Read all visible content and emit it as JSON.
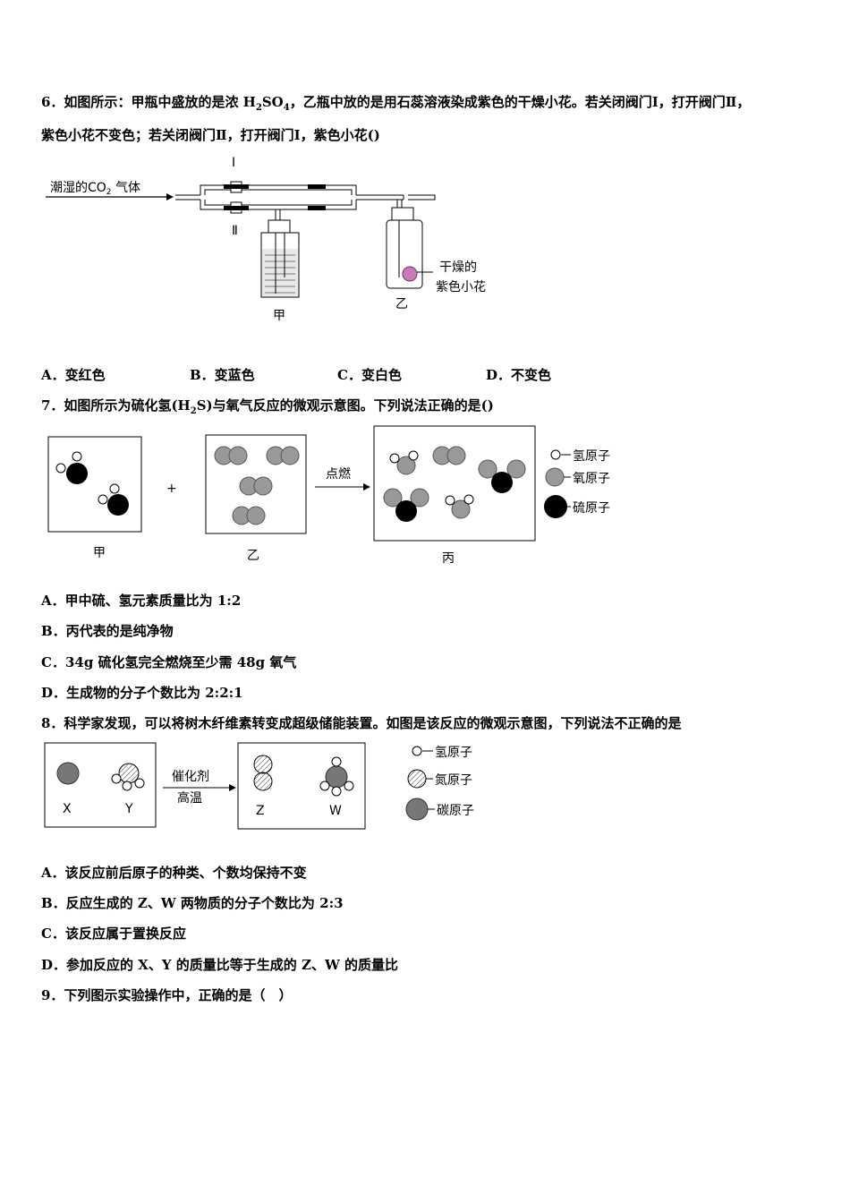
{
  "q6": {
    "text_line1_a": "6．如图所示：甲瓶中盛放的是浓 H",
    "text_line1_sub1": "2",
    "text_line1_b": "SO",
    "text_line1_sub2": "4",
    "text_line1_c": "，乙瓶中放的是用石蕊溶液染成紫色的干燥小花。若关闭阀门Ⅰ，打开阀门Ⅱ，",
    "text_line2": "紫色小花不变色；若关闭阀门Ⅱ，打开阀门Ⅰ，紫色小花()",
    "figure": {
      "gas_label": "潮湿的CO",
      "gas_sub": "2",
      "gas_suffix": " 气体",
      "valve1": "Ⅰ",
      "valve2": "Ⅱ",
      "bottle_jia": "甲",
      "bottle_yi": "乙",
      "flower_label1": "干燥的",
      "flower_label2": "紫色小花"
    },
    "options": [
      "A．变红色",
      "B．变蓝色",
      "C．变白色",
      "D．不变色"
    ]
  },
  "q7": {
    "text": "7．如图所示为硫化氢(H",
    "text_sub": "2",
    "text_b": "S)与氧气反应的微观示意图。下列说法正确的是()",
    "figure": {
      "box_jia": "甲",
      "box_yi": "乙",
      "box_bing": "丙",
      "plus": "+",
      "arrow_label": "点燃",
      "legend_h": "氢原子",
      "legend_o": "氧原子",
      "legend_s": "硫原子"
    },
    "options": [
      "A．甲中硫、氢元素质量比为 1:2",
      "B．丙代表的是纯净物",
      "C．34g 硫化氢完全燃烧至少需 48g 氧气",
      "D．生成物的分子个数比为 2:2:1"
    ]
  },
  "q8": {
    "text": "8．科学家发现，可以将树木纤维素转变成超级储能装置。如图是该反应的微观示意图，下列说法不正确的是",
    "figure": {
      "x": "X",
      "y": "Y",
      "z": "Z",
      "w": "W",
      "arrow_top": "催化剂",
      "arrow_bottom": "高温",
      "legend_h": "氢原子",
      "legend_n": "氮原子",
      "legend_c": "碳原子"
    },
    "options": [
      "A．该反应前后原子的种类、个数均保持不变",
      "B．反应生成的 Z、W 两物质的分子个数比为 2:3",
      "C．该反应属于置换反应",
      "D．参加反应的 X、Y 的质量比等于生成的 Z、W 的质量比"
    ]
  },
  "q9": {
    "text": "9．下列图示实验操作中，正确的是（　）"
  }
}
